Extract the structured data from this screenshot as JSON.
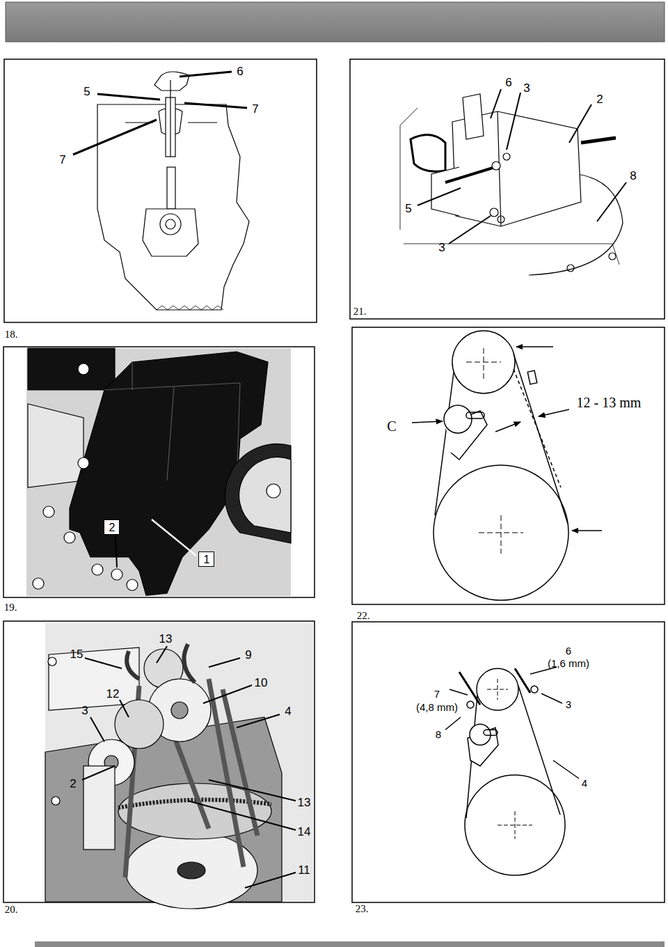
{
  "diagram": {
    "nodes": [
      {
        "text": [
          "2"
        ]
      },
      {
        "text": [
          "1"
        ]
      }
    ],
    "labels": [
      "6",
      "5",
      "7",
      "7",
      "18.",
      "6",
      "3",
      "2",
      "8",
      "5",
      "3",
      "21.",
      "19.",
      "12 - 13 mm",
      "C",
      "22.",
      "13",
      "15",
      "9",
      "10",
      "12",
      "4",
      "3",
      "2",
      "13",
      "14",
      "11",
      "20.",
      "6",
      "(1,6 mm)",
      "7",
      "(4,8 mm)",
      "3",
      "8",
      "4",
      "23."
    ]
  }
}
